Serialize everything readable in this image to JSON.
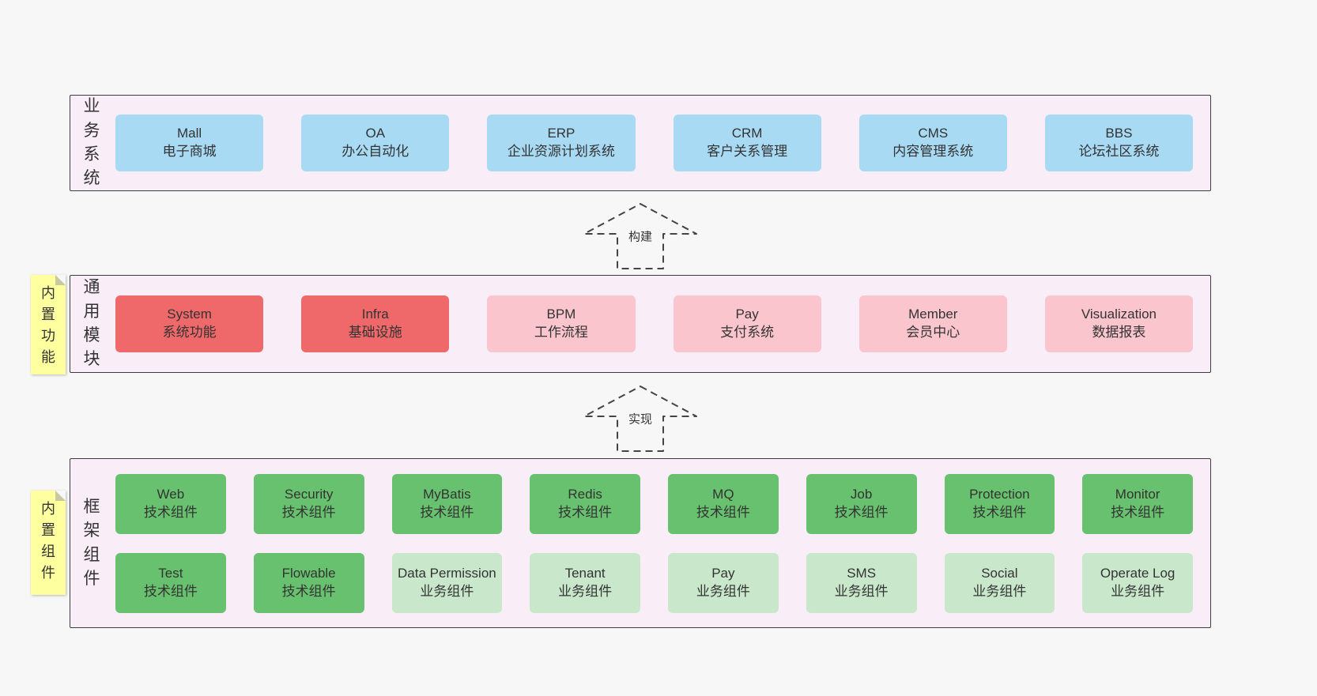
{
  "palette": {
    "page_bg": "#f7f7f7",
    "container_bg": "#f9eef7",
    "container_border": "#3c3c3c",
    "blue": "#a8daf4",
    "red": "#f0696a",
    "pink": "#fbc5ce",
    "green_dark": "#68c16e",
    "green_light": "#c9e8cb",
    "note_bg": "#feff9e",
    "text": "#333333"
  },
  "layers": [
    {
      "name": "business-systems",
      "side_label": "业务系统",
      "boxes": [
        {
          "title": "Mall",
          "subtitle": "电子商城",
          "variant": "blue"
        },
        {
          "title": "OA",
          "subtitle": "办公自动化",
          "variant": "blue"
        },
        {
          "title": "ERP",
          "subtitle": "企业资源计划系统",
          "variant": "blue"
        },
        {
          "title": "CRM",
          "subtitle": "客户关系管理",
          "variant": "blue"
        },
        {
          "title": "CMS",
          "subtitle": "内容管理系统",
          "variant": "blue"
        },
        {
          "title": "BBS",
          "subtitle": "论坛社区系统",
          "variant": "blue"
        }
      ]
    },
    {
      "name": "common-modules",
      "side_label": "通用模块",
      "note": "内置功能",
      "boxes": [
        {
          "title": "System",
          "subtitle": "系统功能",
          "variant": "red"
        },
        {
          "title": "Infra",
          "subtitle": "基础设施",
          "variant": "red"
        },
        {
          "title": "BPM",
          "subtitle": "工作流程",
          "variant": "pink"
        },
        {
          "title": "Pay",
          "subtitle": "支付系统",
          "variant": "pink"
        },
        {
          "title": "Member",
          "subtitle": "会员中心",
          "variant": "pink"
        },
        {
          "title": "Visualization",
          "subtitle": "数据报表",
          "variant": "pink"
        }
      ]
    },
    {
      "name": "framework-components",
      "side_label": "框架组件",
      "note": "内置组件",
      "rows": [
        [
          {
            "title": "Web",
            "subtitle": "技术组件",
            "variant": "green_dark"
          },
          {
            "title": "Security",
            "subtitle": "技术组件",
            "variant": "green_dark"
          },
          {
            "title": "MyBatis",
            "subtitle": "技术组件",
            "variant": "green_dark"
          },
          {
            "title": "Redis",
            "subtitle": "技术组件",
            "variant": "green_dark"
          },
          {
            "title": "MQ",
            "subtitle": "技术组件",
            "variant": "green_dark"
          },
          {
            "title": "Job",
            "subtitle": "技术组件",
            "variant": "green_dark"
          },
          {
            "title": "Protection",
            "subtitle": "技术组件",
            "variant": "green_dark"
          },
          {
            "title": "Monitor",
            "subtitle": "技术组件",
            "variant": "green_dark"
          }
        ],
        [
          {
            "title": "Test",
            "subtitle": "技术组件",
            "variant": "green_dark"
          },
          {
            "title": "Flowable",
            "subtitle": "技术组件",
            "variant": "green_dark"
          },
          {
            "title": "Data Permission",
            "subtitle": "业务组件",
            "variant": "green_light"
          },
          {
            "title": "Tenant",
            "subtitle": "业务组件",
            "variant": "green_light"
          },
          {
            "title": "Pay",
            "subtitle": "业务组件",
            "variant": "green_light"
          },
          {
            "title": "SMS",
            "subtitle": "业务组件",
            "variant": "green_light"
          },
          {
            "title": "Social",
            "subtitle": "业务组件",
            "variant": "green_light"
          },
          {
            "title": "Operate Log",
            "subtitle": "业务组件",
            "variant": "green_light"
          }
        ]
      ]
    }
  ],
  "arrows": [
    {
      "label": "构建"
    },
    {
      "label": "实现"
    }
  ]
}
